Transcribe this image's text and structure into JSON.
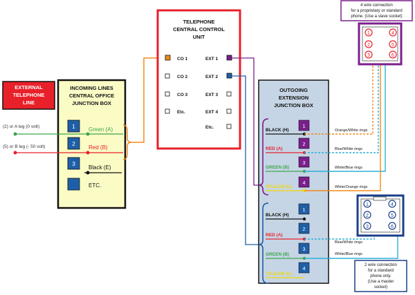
{
  "external": {
    "line1": "EXTERNAL",
    "line2": "TELEPHONE",
    "line3": "LINE"
  },
  "incoming": {
    "title1": "INCOMING LINES",
    "title2": "CENTRAL OFFICE",
    "title3": "JUNCTION BOX",
    "leg_a": "(2) or A leg (0 volt)",
    "leg_b": "(5) or B leg (- 50 volt)",
    "terminals": [
      {
        "num": "1",
        "label": "Green (A)",
        "color": "#3aa64a"
      },
      {
        "num": "2",
        "label": "Red (B)",
        "color": "#e8202a"
      },
      {
        "num": "3",
        "label": "Black (E)",
        "color": "#111111"
      },
      {
        "num": "",
        "label": "ETC.",
        "color": "#111111"
      }
    ]
  },
  "ccu": {
    "title1": "TELEPHONE",
    "title2": "CENTRAL CONTROL",
    "title3": "UNIT",
    "co": [
      "CO 1",
      "CO 2",
      "CO 3",
      "Etc."
    ],
    "ext": [
      "EXT 1",
      "EXT 2",
      "EXT 3",
      "EXT 4",
      "Etc."
    ]
  },
  "outgoing": {
    "title1": "OUTGOING",
    "title2": "EXTENSION",
    "title3": "JUNCTION BOX",
    "group1": [
      {
        "num": "1",
        "label": "BLACK (H)",
        "color": "#111111"
      },
      {
        "num": "2",
        "label": "RED (A)",
        "color": "#e8202a"
      },
      {
        "num": "3",
        "label": "GREEN (B)",
        "color": "#3aa64a"
      },
      {
        "num": "4",
        "label": "YELLOW (L)",
        "color": "#f2d600"
      }
    ],
    "group2": [
      {
        "num": "1",
        "label": "BLACK (H)",
        "color": "#111111"
      },
      {
        "num": "2",
        "label": "RED (A)",
        "color": "#e8202a"
      },
      {
        "num": "3",
        "label": "GREEN (B)",
        "color": "#3aa64a"
      },
      {
        "num": "4",
        "label": "YELLOW (L)",
        "color": "#f2d600"
      }
    ]
  },
  "wire_labels": {
    "orange_white": "Orange/White rings",
    "blue_white": "Blue/White rings",
    "white_blue": "White/Blue rings",
    "white_orange": "White/Orange rings"
  },
  "socket4": {
    "caption": [
      "4 wire connection",
      "for a proprietary or standard",
      "phone.  (Use a slave socket)"
    ],
    "pins": [
      "1",
      "2",
      "3",
      "4",
      "5",
      "6"
    ]
  },
  "socket2": {
    "caption": [
      "2 wire connection",
      "for a standard",
      "phone only.",
      "(Use a master",
      "socket)"
    ],
    "pins": [
      "1",
      "2",
      "3",
      "4",
      "5",
      "6"
    ]
  },
  "colors": {
    "red": "#e8202a",
    "orange": "#f08a1c",
    "purple": "#7b1f8c",
    "blue": "#1f5fa8",
    "cyan": "#2ab0d8",
    "navy": "#1a3f8a",
    "yellow_panel": "#fbfbc6",
    "grey_panel": "#c6d5e5"
  }
}
